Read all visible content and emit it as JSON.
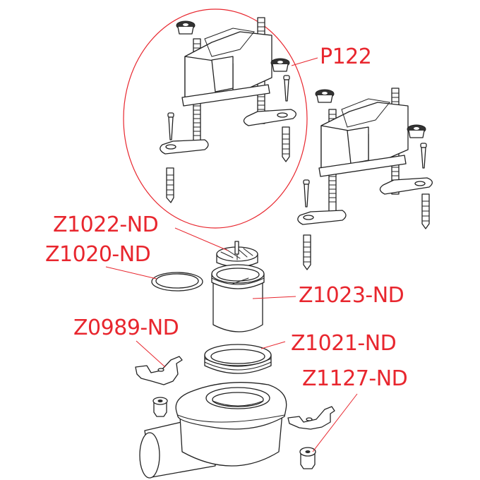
{
  "diagram": {
    "type": "exploded-parts-view",
    "accent_color": "#e8262e",
    "line_color": "#222222",
    "labels": [
      {
        "id": "p122",
        "text": "P122",
        "part": "installation-frame-with-legs"
      },
      {
        "id": "z1022",
        "text": "Z1022-ND",
        "part": "drain-grate-insert"
      },
      {
        "id": "z1020",
        "text": "Z1020-ND",
        "part": "sealing-ring"
      },
      {
        "id": "z1023",
        "text": "Z1023-ND",
        "part": "extension-pipe"
      },
      {
        "id": "z0989",
        "text": "Z0989-ND",
        "part": "mounting-clip"
      },
      {
        "id": "z1021",
        "text": "Z1021-ND",
        "part": "threaded-seal-ring"
      },
      {
        "id": "z1127",
        "text": "Z1127-ND",
        "part": "clip-nut"
      }
    ]
  }
}
